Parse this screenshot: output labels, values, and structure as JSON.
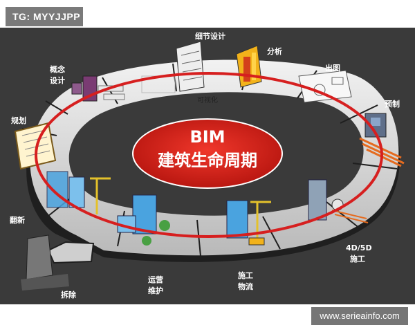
{
  "watermark_top": "TG: MYYJJPP",
  "watermark_bottom": "www.serieainfo.com",
  "center": {
    "line1": "BIM",
    "line2": "建筑生命周期"
  },
  "ring_label": "可视化",
  "stages": {
    "concept_l1": "概念",
    "concept_l2": "设计",
    "detail": "细节设计",
    "analysis": "分析",
    "drawing": "出图",
    "prefab": "预制",
    "plan": "规划",
    "renovate": "翻新",
    "construct_l1": "4D/5D",
    "construct_l2": "施工",
    "logistics_l1": "施工",
    "logistics_l2": "物流",
    "ops_l1": "运营",
    "ops_l2": "维护",
    "demolish": "拆除"
  },
  "colors": {
    "background": "#3a3a3a",
    "ring_top": "#d9d9d9",
    "ring_edge": "#1f1f1f",
    "center_red": "#e1261c",
    "red_line": "#d61f1f",
    "accent_blue": "#4aa3df",
    "accent_yellow": "#f2b21a",
    "accent_orange": "#e56b1f"
  }
}
